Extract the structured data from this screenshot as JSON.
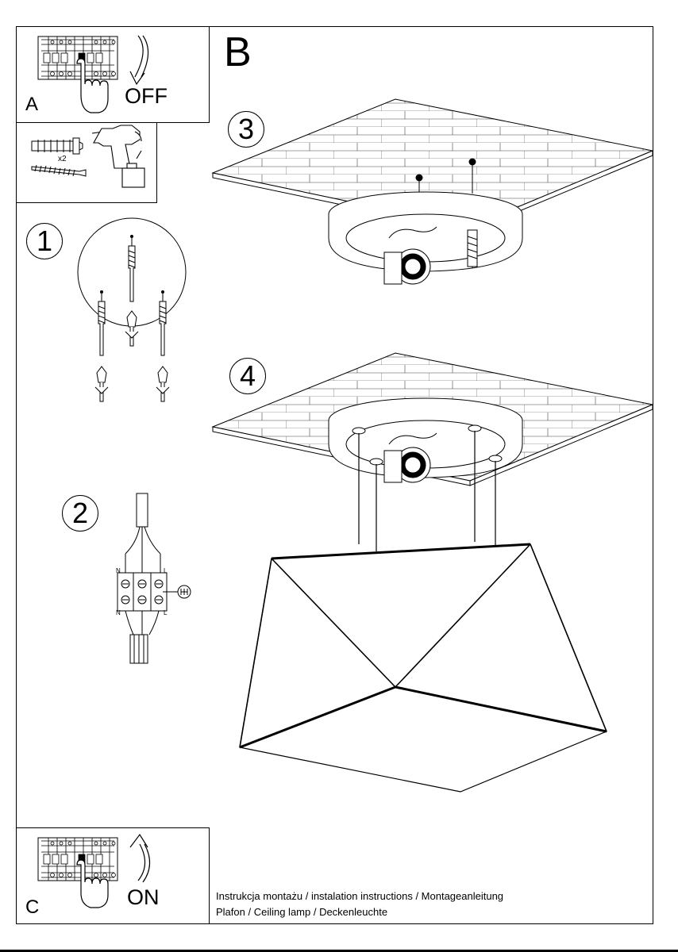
{
  "panels": {
    "a": {
      "letter": "A",
      "action": "OFF"
    },
    "b": {
      "letter": "B"
    },
    "c": {
      "letter": "C",
      "action": "ON"
    }
  },
  "tools": {
    "quantity": "x2"
  },
  "steps": [
    "1",
    "2",
    "3",
    "4"
  ],
  "wiring": {
    "top_left": "N",
    "top_right": "L",
    "bottom_left": "N",
    "bottom_right": "L"
  },
  "footer": {
    "line1": "Instrukcja montażu / instalation instructions / Montageanleitung",
    "line2": "Plafon / Ceiling lamp / Deckenleuchte"
  }
}
